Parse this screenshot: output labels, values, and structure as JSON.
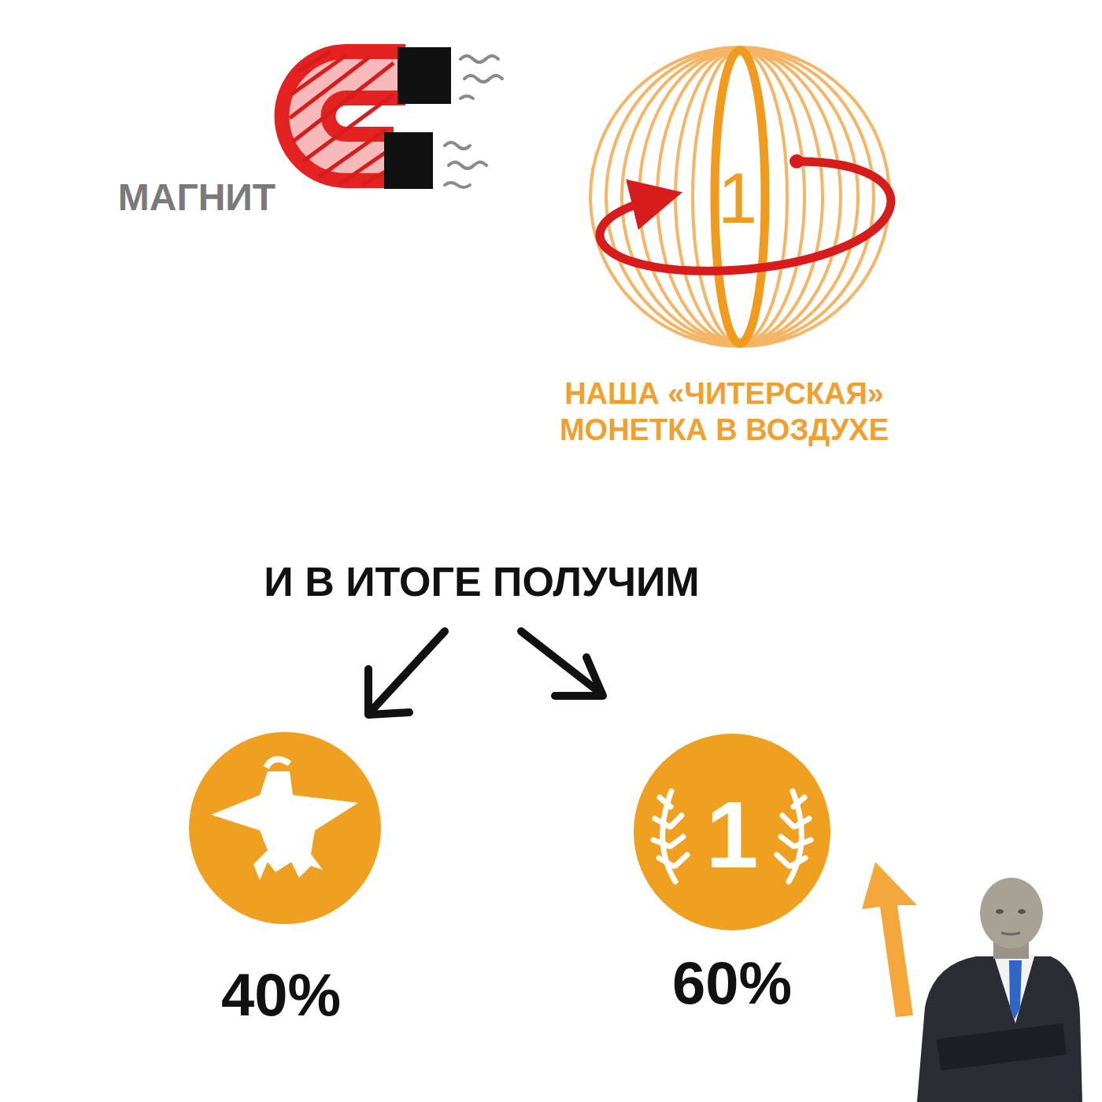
{
  "diagram": {
    "labels": [
      "МАГНИТ",
      "1",
      "НАША «ЧИТЕРСКАЯ» МОНЕТКА В ВОЗДУХЕ",
      "И В ИТОГЕ ПОЛУЧИМ",
      "40%",
      "1",
      "60%"
    ]
  }
}
